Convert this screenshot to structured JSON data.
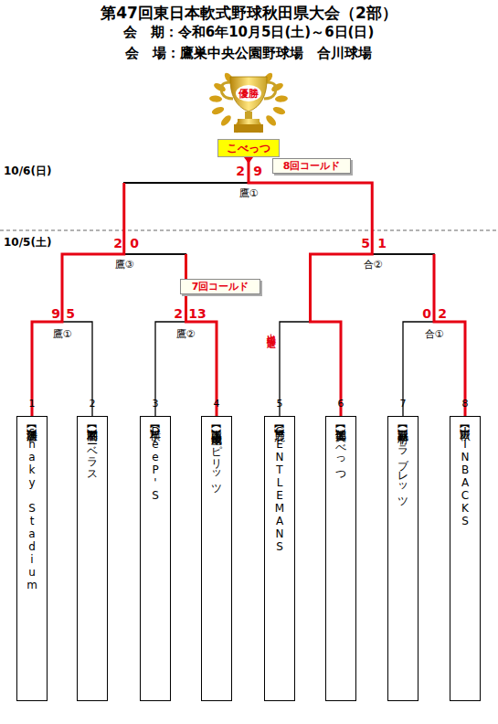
{
  "diagram": {
    "title": "第47回東日本軟式野球秋田県大会（2部）",
    "nodes": [
      {
        "text": [
          "優勝"
        ]
      },
      {
        "text": [
          "こべっつ"
        ]
      },
      {
        "text": [
          "8回コールド"
        ]
      },
      {
        "text": [
          "7回コールド"
        ]
      },
      {
        "text": [
          "【湯沢雄勝】",
          "shaky Stadium"
        ]
      },
      {
        "text": [
          "【本荘由利】",
          "マーベラス"
        ]
      },
      {
        "text": [
          "【横手】",
          "DeeP'S"
        ]
      },
      {
        "text": [
          "【山本】",
          "成田物産スピリッツ"
        ]
      },
      {
        "text": [
          "【男鹿】",
          "GENTLEMANS"
        ]
      },
      {
        "text": [
          "【大仙美郷】",
          "こべっつ"
        ]
      },
      {
        "text": [
          "【北秋田】",
          "中村サラブレッツ"
        ]
      },
      {
        "text": [
          "【秋田】",
          "JINBACKS"
        ]
      }
    ],
    "edges": [
      {
        "from": 4,
        "to": 1,
        "arrow": "none"
      },
      {
        "from": 5,
        "to": 1,
        "arrow": "none"
      },
      {
        "from": 6,
        "to": 1,
        "arrow": "none"
      },
      {
        "from": 7,
        "to": 1,
        "arrow": "none"
      },
      {
        "from": 8,
        "to": 1,
        "arrow": "none"
      },
      {
        "from": 9,
        "to": 1,
        "arrow": "none"
      },
      {
        "from": 10,
        "to": 1,
        "arrow": "none"
      },
      {
        "from": 11,
        "to": 1,
        "arrow": "none"
      }
    ],
    "labels": [
      "会　期：令和6年10月5日(土)～6日(日)",
      "会　場：鷹巣中央公園野球場　合川球場",
      "10/6(日)",
      "10/5(土)",
      "2",
      "9",
      "鷹①",
      "2",
      "0",
      "鷹③",
      "5",
      "1",
      "合②",
      "9",
      "5",
      "鷹①",
      "2",
      "13",
      "鷹②",
      "0",
      "2",
      "合①",
      "出場辞退",
      "1",
      "2",
      "3",
      "4",
      "5",
      "6",
      "7",
      "8"
    ]
  }
}
